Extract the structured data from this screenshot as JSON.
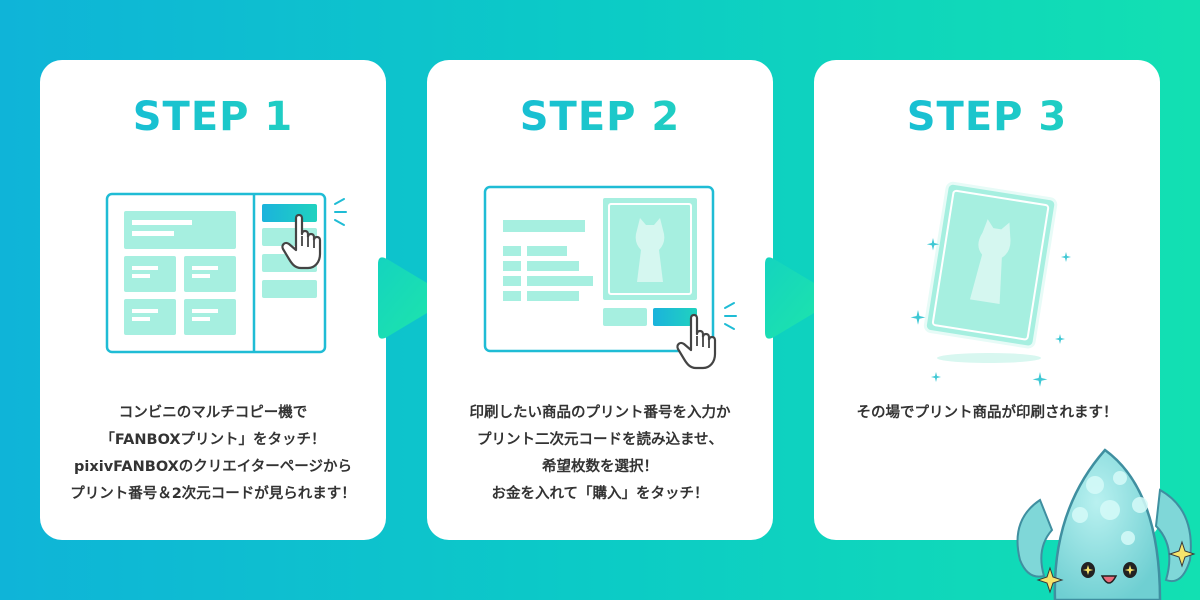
{
  "colors": {
    "accent_cyan": "#14b6dd",
    "accent_green": "#24d7b9",
    "mint": "#a6efe0",
    "text": "#333333"
  },
  "steps": [
    {
      "title": "STEP 1",
      "description": "コンビニのマルチコピー機で\n「FANBOXプリント」をタッチ！\npixivFANBOXのクリエイターページから\nプリント番号＆2次元コードが見られます！",
      "illustration": "copier-touchscreen-menu"
    },
    {
      "title": "STEP 2",
      "description": "印刷したい商品のプリント番号を入力か\nプリント二次元コードを読み込ませ、\n希望枚数を選択！\nお金を入れて「購入」をタッチ！",
      "illustration": "copier-screen-purchase"
    },
    {
      "title": "STEP 3",
      "description": "その場でプリント商品が印刷されます！",
      "illustration": "printed-card-sparkles"
    }
  ],
  "decorations": {
    "arrow_icon": "play-triangle",
    "mascot": "squid-character"
  }
}
